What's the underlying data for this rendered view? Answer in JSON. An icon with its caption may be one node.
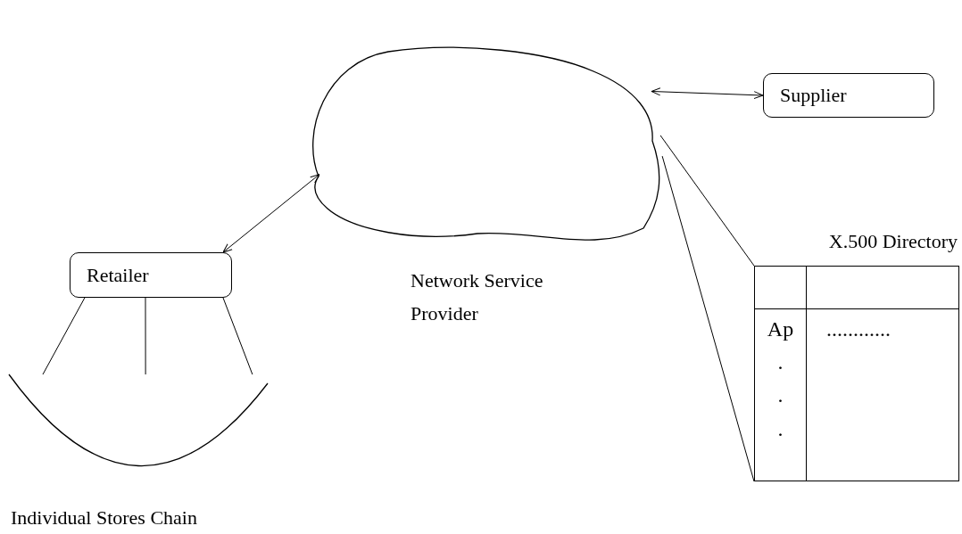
{
  "diagram": {
    "nodes": [
      {
        "text": [
          "Network Service Provider"
        ]
      },
      {
        "text": [
          "Supplier"
        ]
      },
      {
        "text": [
          "Retailer"
        ]
      },
      {
        "text": [
          "Individual Stores Chain"
        ]
      },
      {
        "text": [
          "X.500 Directory",
          "Ap",
          ".",
          ".",
          ".",
          "............"
        ]
      }
    ],
    "edges": [
      {
        "from": 0,
        "to": 1,
        "arrow": "both"
      },
      {
        "from": 0,
        "to": 2,
        "arrow": "both"
      },
      {
        "from": 2,
        "to": 3,
        "arrow": "none"
      },
      {
        "from": 2,
        "to": 3,
        "arrow": "none"
      },
      {
        "from": 2,
        "to": 3,
        "arrow": "none"
      },
      {
        "from": 0,
        "to": 4,
        "arrow": "none"
      },
      {
        "from": 0,
        "to": 4,
        "arrow": "none"
      }
    ]
  }
}
